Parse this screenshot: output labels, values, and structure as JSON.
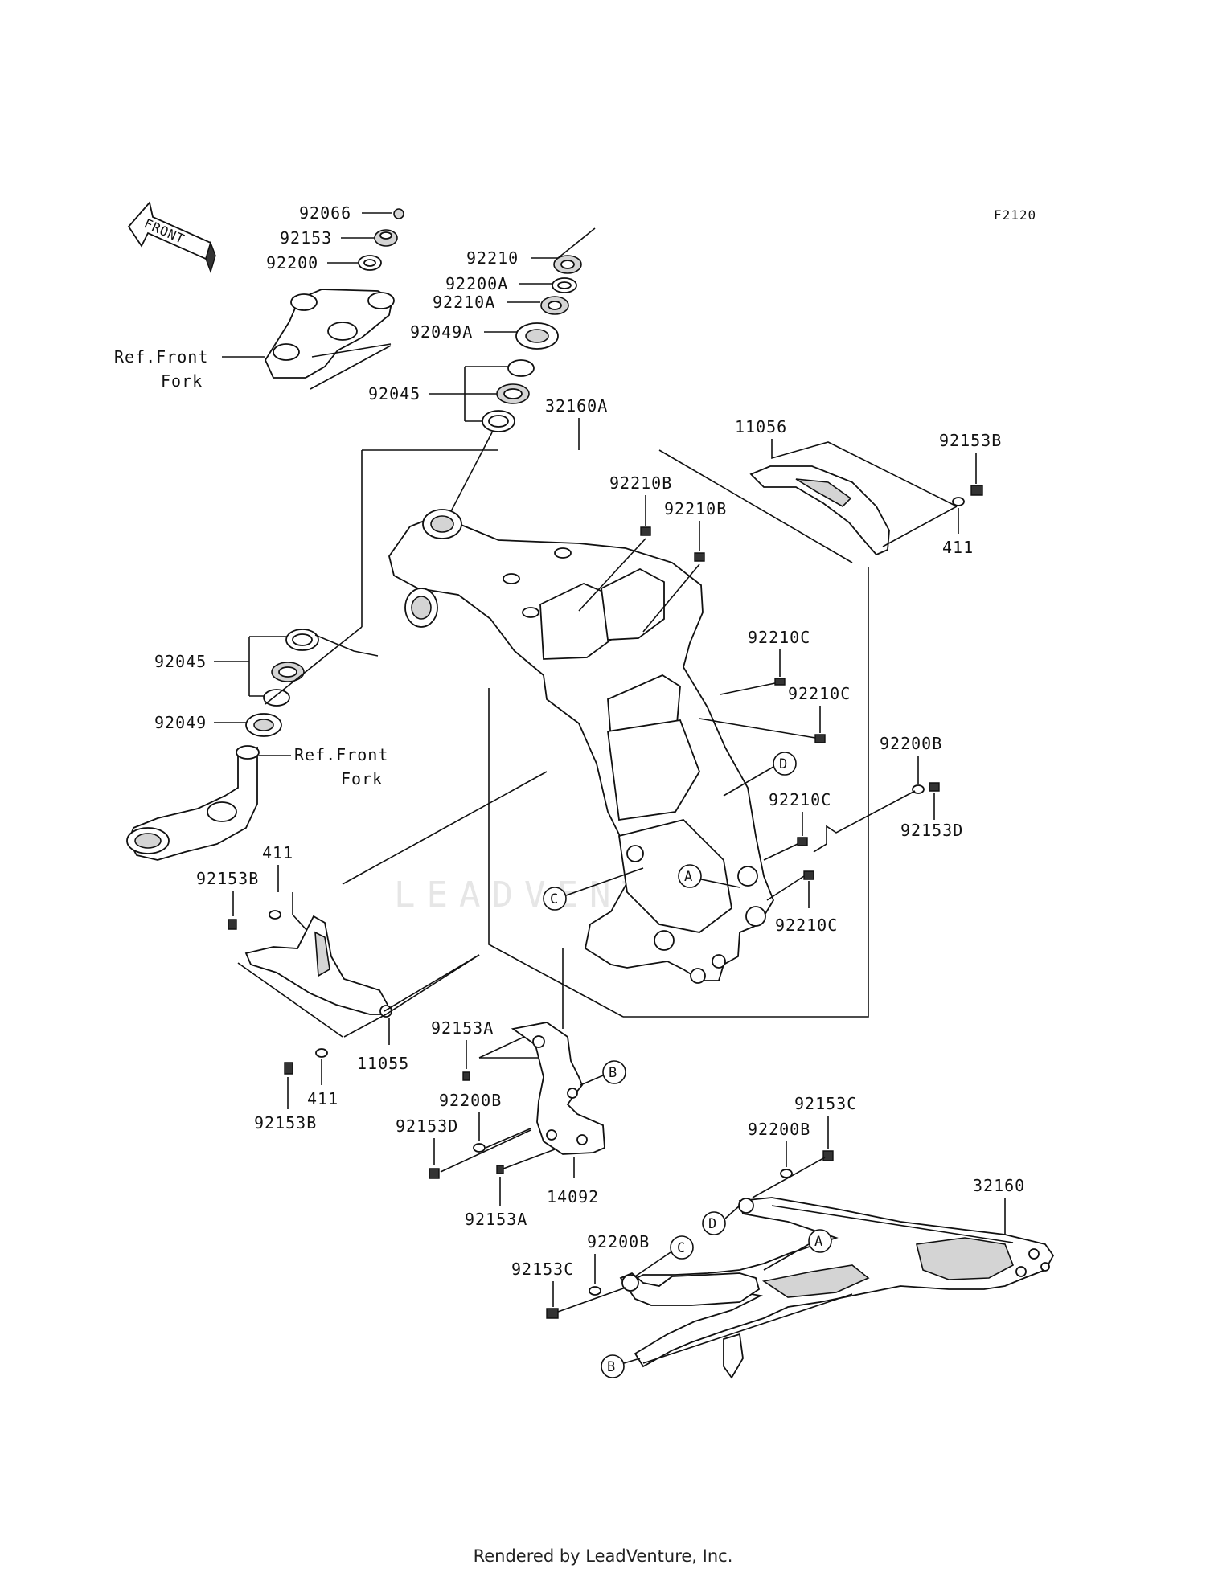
{
  "diagram": {
    "code": "F2120",
    "front_arrow": "FRONT",
    "watermark": "LEADVENTURE",
    "callouts": {
      "c92066": "92066",
      "c92153_top": "92153",
      "c92200_top": "92200",
      "ref_fork_top_1": "Ref.Front",
      "ref_fork_top_2": "Fork",
      "c92210": "92210",
      "c92200A": "92200A",
      "c92210A": "92210A",
      "c92049A": "92049A",
      "c92045_top": "92045",
      "c32160A": "32160A",
      "c11056": "11056",
      "c92153B_right": "92153B",
      "c411_right": "411",
      "c92210B_1": "92210B",
      "c92210B_2": "92210B",
      "c92210C_1": "92210C",
      "c92210C_2": "92210C",
      "c92200B_right": "92200B",
      "c92153D_right": "92153D",
      "c92210C_3": "92210C",
      "c92210C_4": "92210C",
      "c92045_left": "92045",
      "c92049": "92049",
      "ref_fork_bot_1": "Ref.Front",
      "ref_fork_bot_2": "Fork",
      "c411_left_top": "411",
      "c92153B_left_top": "92153B",
      "c11055": "11055",
      "c411_left_bot": "411",
      "c92153B_left_bot": "92153B",
      "c92153A_1": "92153A",
      "c92200B_mid": "92200B",
      "c92153D_mid": "92153D",
      "c14092": "14092",
      "c92153A_2": "92153A",
      "c92153C_1": "92153C",
      "c92200B_sub1": "92200B",
      "c32160": "32160",
      "c92200B_sub2": "92200B",
      "c92153C_2": "92153C"
    },
    "markers": {
      "A": "A",
      "B": "B",
      "C": "C",
      "D": "D"
    }
  },
  "footer": {
    "credit": "Rendered by LeadVenture, Inc."
  }
}
